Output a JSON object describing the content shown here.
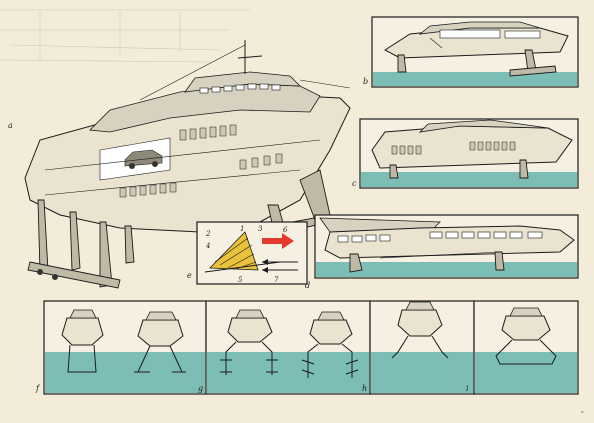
{
  "labels": {
    "a": "a",
    "b": "b",
    "c": "c",
    "d": "d",
    "e": "e",
    "f": "f",
    "g": "g",
    "h": "h",
    "i": "i",
    "n1": "1",
    "n2": "2",
    "n3": "3",
    "n4": "4",
    "n5": "5",
    "n6": "6",
    "n7": "7",
    "corner": "̈"
  },
  "colors": {
    "water": "#7cbdb5",
    "arrow": "#e23a2c",
    "foil_section": "#e8c23a",
    "background": "#f3ecd9"
  }
}
